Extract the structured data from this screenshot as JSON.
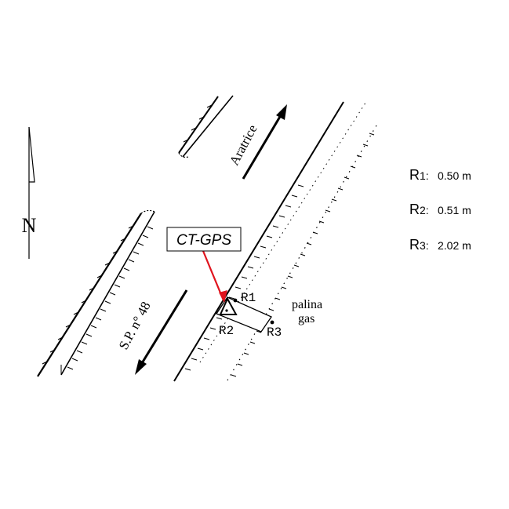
{
  "north_label": "N",
  "road_labels": {
    "left": "S.P. n° 48",
    "right": "Aratrice"
  },
  "callout": {
    "label": "CT-GPS",
    "accent_color": "#e0141e"
  },
  "reference_points": {
    "r1": "R1",
    "r2": "R2",
    "r3": "R3"
  },
  "gas_pole": {
    "line1": "palina",
    "line2": "gas"
  },
  "legend": [
    {
      "key": "R",
      "sub": "1:",
      "value": "0.50 m"
    },
    {
      "key": "R",
      "sub": "2:",
      "value": "0.51 m"
    },
    {
      "key": "R",
      "sub": "3:",
      "value": "2.02 m"
    }
  ]
}
